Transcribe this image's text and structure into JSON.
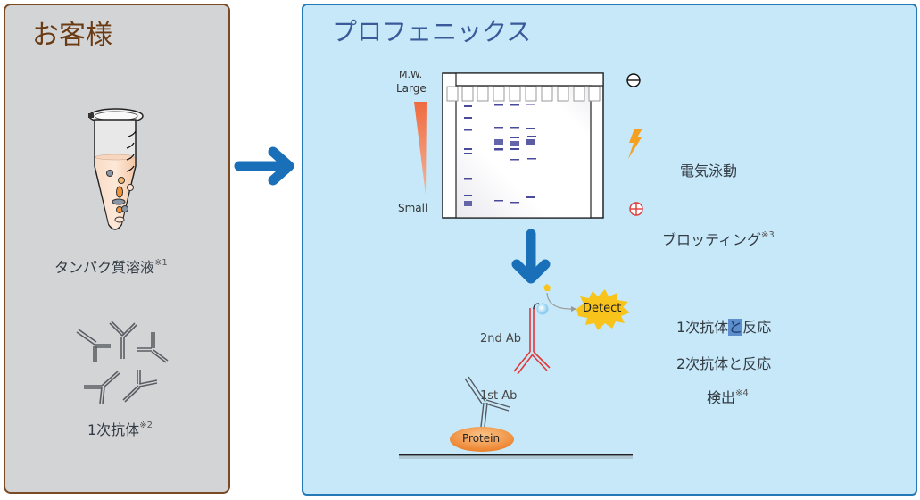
{
  "customer_panel": {
    "title": "お客様",
    "items": [
      {
        "label": "タンパク質溶液",
        "note": "※1",
        "icon": "microtube-icon"
      },
      {
        "label": "1次抗体",
        "note": "※2",
        "icon": "antibodies-icon"
      }
    ]
  },
  "flow_arrow": {
    "icon": "arrow-right-icon"
  },
  "prophenix_panel": {
    "title": "プロフェニックス",
    "gel": {
      "mw_label": "M.W.",
      "large_label": "Large",
      "small_label": "Small",
      "negative_icon": "minus-circle-icon",
      "positive_icon": "plus-circle-icon",
      "power_icon": "lightning-icon"
    },
    "steps": [
      {
        "label": "電気泳動",
        "note": ""
      },
      {
        "label": "ブロッティング",
        "note": "※3"
      },
      {
        "label_a": "1次抗体",
        "label_hl": "と",
        "label_b": "反応",
        "note": ""
      },
      {
        "label": "2次抗体と反応",
        "note": ""
      },
      {
        "label": "検出",
        "note": "※4"
      }
    ],
    "detection": {
      "detect_label": "Detect",
      "second_ab_label": "2nd Ab",
      "first_ab_label": "1st Ab",
      "protein_label": "Protein"
    }
  },
  "colors": {
    "customer_border": "#7a4a22",
    "customer_bg": "#d3d4d6",
    "prophenix_border": "#2378b5",
    "prophenix_bg": "#c6e8f8",
    "arrow": "#1a70b8",
    "band": "#4a4a9a",
    "second_ab": "#e03a3a",
    "first_ab": "#555a62",
    "protein": "#f0923a",
    "detect_burst": "#f8c31a"
  }
}
